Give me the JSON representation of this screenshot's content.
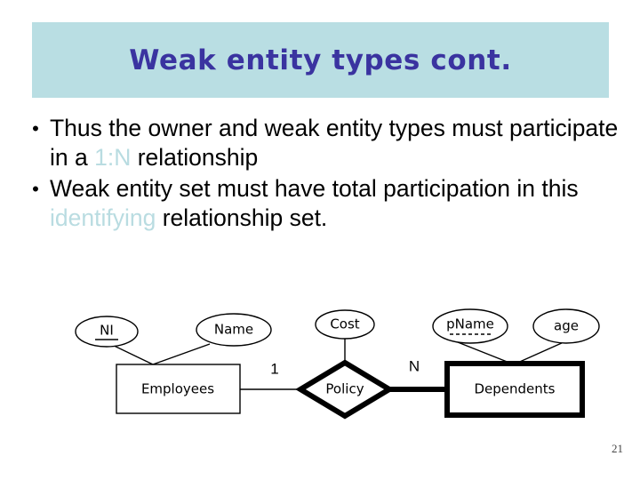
{
  "slide": {
    "title": "Weak entity types cont.",
    "page_number": "21",
    "colors": {
      "banner_bg": "#b9dee3",
      "title_text": "#3a33a0",
      "highlight": "#b9dce1",
      "body_text": "#000000"
    }
  },
  "body": {
    "bullets": [
      {
        "marker": "•",
        "segments": [
          {
            "text": "Thus the owner and weak entity types must participate in a ",
            "style": "normal"
          },
          {
            "text": "1:N",
            "style": "highlight"
          },
          {
            "text": " relationship",
            "style": "normal"
          }
        ]
      },
      {
        "marker": "•",
        "segments": [
          {
            "text": "Weak entity set must have total participation in this ",
            "style": "normal"
          },
          {
            "text": "identifying",
            "style": "highlight"
          },
          {
            "text": " relationship set.",
            "style": "normal"
          }
        ]
      }
    ]
  },
  "diagram": {
    "type": "er-diagram",
    "entities": [
      {
        "id": "employees",
        "label": "Employees",
        "kind": "strong-entity",
        "shape": "rectangle"
      },
      {
        "id": "dependents",
        "label": "Dependents",
        "kind": "weak-entity",
        "shape": "rectangle-double"
      }
    ],
    "relationships": [
      {
        "id": "policy",
        "label": "Policy",
        "kind": "identifying-relationship",
        "shape": "diamond-double"
      }
    ],
    "attributes": [
      {
        "id": "ni",
        "label": "NI",
        "owner": "employees",
        "key": "primary",
        "underline": "solid"
      },
      {
        "id": "name",
        "label": "Name",
        "owner": "employees",
        "key": "none",
        "underline": "none"
      },
      {
        "id": "cost",
        "label": "Cost",
        "owner": "policy",
        "key": "none",
        "underline": "none"
      },
      {
        "id": "pname",
        "label": "pName",
        "owner": "dependents",
        "key": "partial",
        "underline": "dashed"
      },
      {
        "id": "age",
        "label": "age",
        "owner": "dependents",
        "key": "none",
        "underline": "none"
      }
    ],
    "cardinalities": [
      {
        "id": "card-one",
        "label": "1",
        "between": "employees-policy"
      },
      {
        "id": "card-many",
        "label": "N",
        "between": "policy-dependents"
      }
    ]
  }
}
